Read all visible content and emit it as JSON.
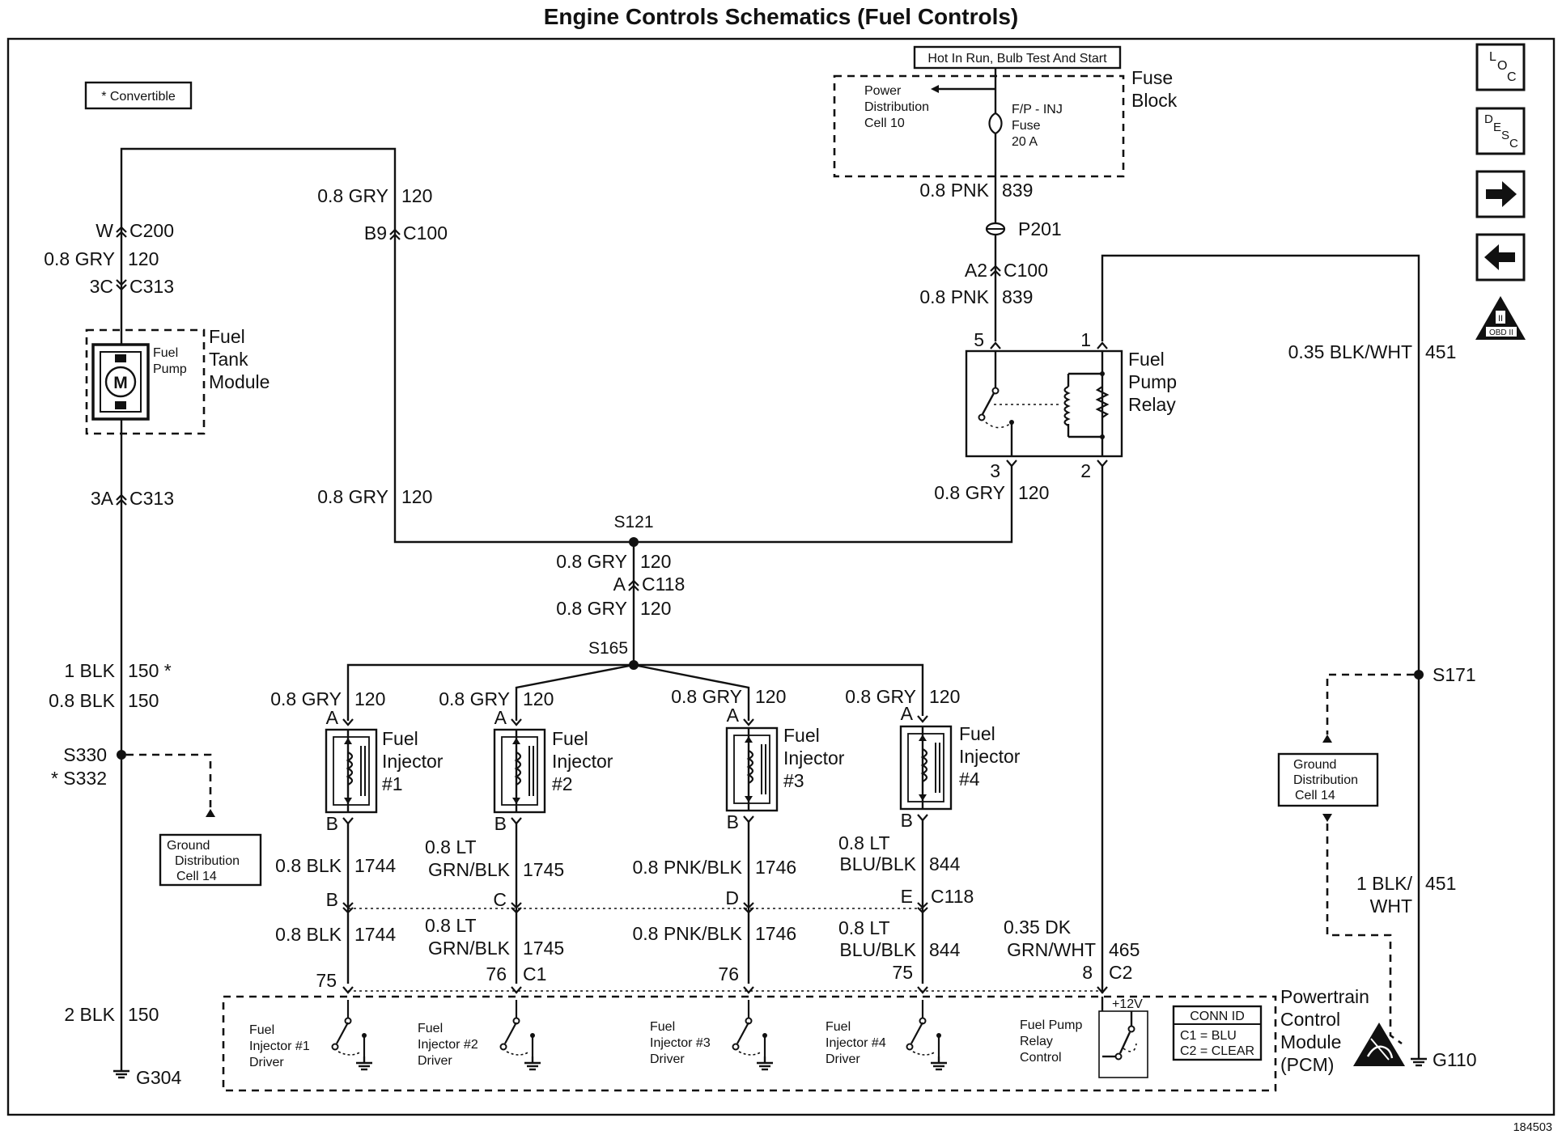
{
  "title": "Engine Controls Schematics (Fuel Controls)",
  "figure_id": "184503",
  "convertible_note": "* Convertible",
  "nav": {
    "loc": "LOC",
    "desc": "DESC",
    "obd": "OBD II"
  },
  "hot_label": "Hot In Run, Bulb Test And Start",
  "fuse_block": {
    "title_line1": "Fuse",
    "title_line2": "Block",
    "power_dist_line1": "Power",
    "power_dist_line2": "Distribution",
    "power_dist_line3": "Cell 10",
    "fuse_line1": "F/P - INJ",
    "fuse_line2": "Fuse",
    "fuse_line3": "20 A"
  },
  "wires": {
    "pnk839": "0.8 PNK",
    "pnk839_num": "839",
    "gry120": "0.8 GRY",
    "gry120_num": "120",
    "blkwht451": "0.35 BLK/WHT",
    "blkwht451_num": "451",
    "blk150_conv": "1 BLK",
    "blk150_conv_num": "150 *",
    "blk150": "0.8 BLK",
    "blk150_num": "150",
    "blk150_2": "2 BLK",
    "blk150_2_num": "150",
    "blk1744": "0.8 BLK",
    "blk1744_num": "1744",
    "grnblk_a": "0.8 LT",
    "grnblk_b": "GRN/BLK",
    "grnblk_num": "1745",
    "pnkblk": "0.8 PNK/BLK",
    "pnkblk_num": "1746",
    "blublk_a": "0.8 LT",
    "blublk_b": "BLU/BLK",
    "blublk_num": "844",
    "dkgrn_a": "0.35 DK",
    "dkgrn_b": "GRN/WHT",
    "dkgrn_num": "465",
    "blkwht1_a": "1 BLK/",
    "blkwht1_b": "WHT",
    "blkwht1_num": "451"
  },
  "connectors": {
    "p201": "P201",
    "a2": "A2",
    "c100": "C100",
    "b9": "B9",
    "w": "W",
    "c200": "C200",
    "c3": "3C",
    "c313": "C313",
    "a3": "3A",
    "a": "A",
    "c118": "C118",
    "b": "B",
    "c": "C",
    "d": "D",
    "e": "E",
    "c1": "C1",
    "c2": "C2",
    "p75": "75",
    "p76": "76",
    "p8": "8"
  },
  "splices": {
    "s121": "S121",
    "s165": "S165",
    "s171": "S171",
    "s330": "S330",
    "s332": "* S332"
  },
  "grounds": {
    "g304": "G304",
    "g110": "G110"
  },
  "fuel_tank_module": {
    "line1": "Fuel",
    "line2": "Tank",
    "line3": "Module",
    "pump1": "Fuel",
    "pump2": "Pump",
    "motor": "M"
  },
  "relay": {
    "line1": "Fuel",
    "line2": "Pump",
    "line3": "Relay",
    "pin5": "5",
    "pin1": "1",
    "pin3": "3",
    "pin2": "2"
  },
  "injectors": [
    {
      "line1": "Fuel",
      "line2": "Injector",
      "line3": "#1"
    },
    {
      "line1": "Fuel",
      "line2": "Injector",
      "line3": "#2"
    },
    {
      "line1": "Fuel",
      "line2": "Injector",
      "line3": "#3"
    },
    {
      "line1": "Fuel",
      "line2": "Injector",
      "line3": "#4"
    }
  ],
  "ground_dist": {
    "line1": "Ground",
    "line2": "Distribution",
    "line3": "Cell 14"
  },
  "pcm": {
    "line1": "Powertrain",
    "line2": "Control",
    "line3": "Module",
    "line4": "(PCM)",
    "drivers": [
      {
        "line1": "Fuel",
        "line2": "Injector #1",
        "line3": "Driver"
      },
      {
        "line1": "Fuel",
        "line2": "Injector #2",
        "line3": "Driver"
      },
      {
        "line1": "Fuel",
        "line2": "Injector #3",
        "line3": "Driver"
      },
      {
        "line1": "Fuel",
        "line2": "Injector #4",
        "line3": "Driver"
      }
    ],
    "relay_ctrl": {
      "line1": "Fuel Pump",
      "line2": "Relay",
      "line3": "Control"
    },
    "plus12": "+12V",
    "conn_id": {
      "title": "CONN ID",
      "c1": "C1 = BLU",
      "c2": "C2 = CLEAR"
    }
  }
}
